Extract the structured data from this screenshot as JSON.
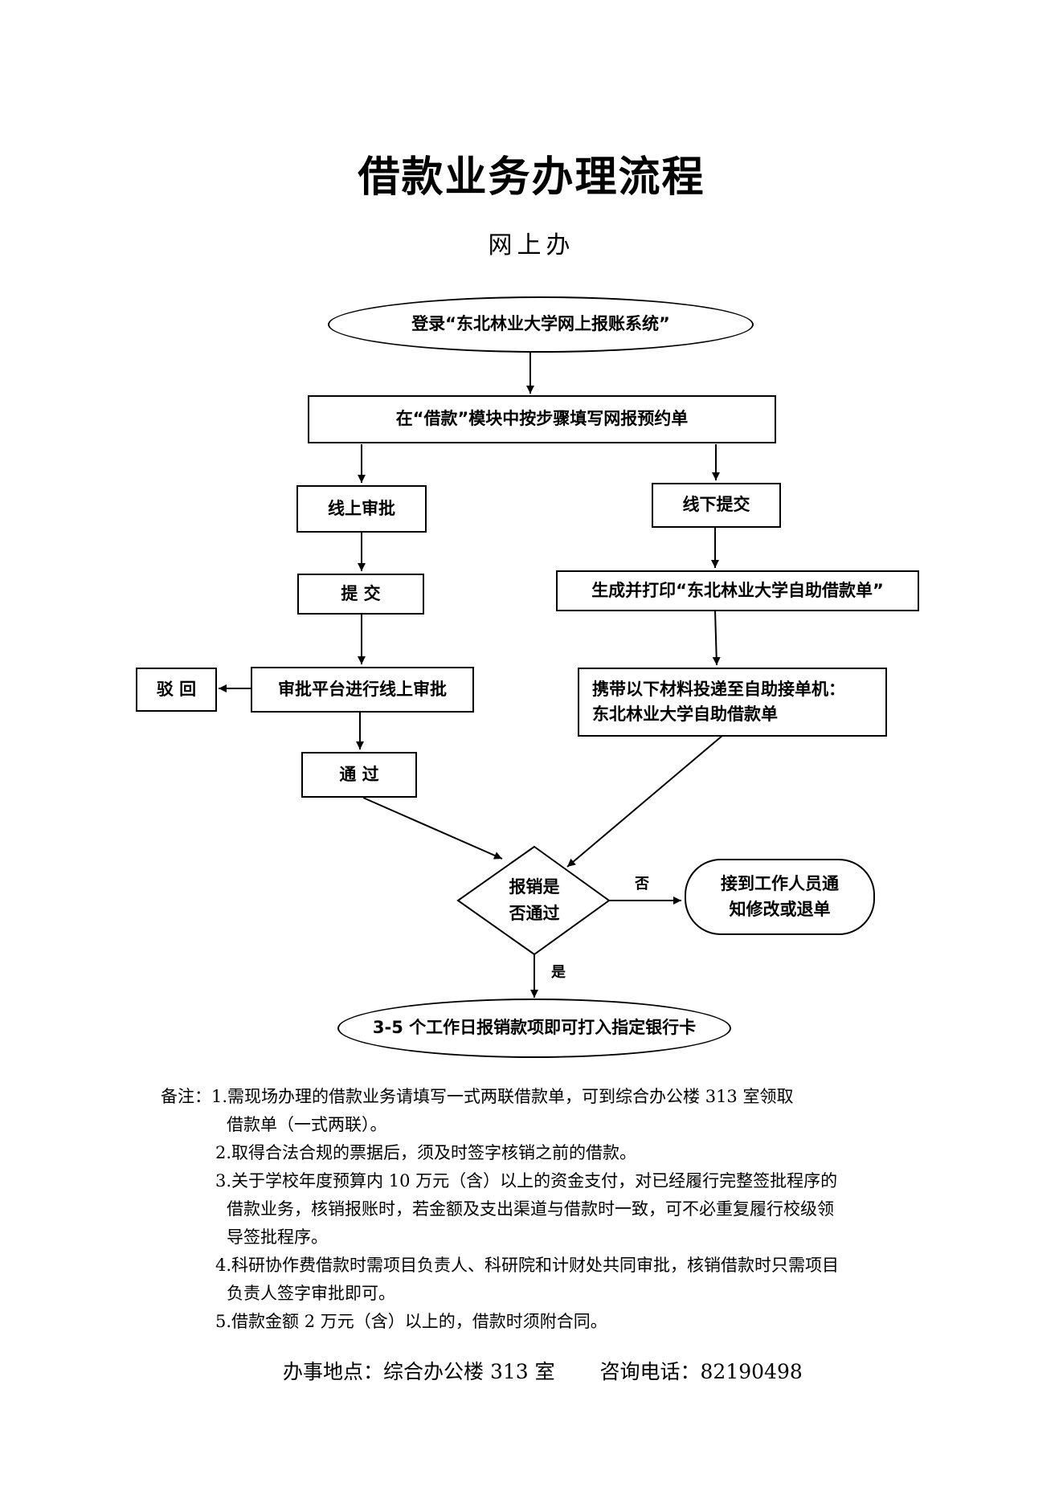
{
  "title": "借款业务办理流程",
  "subtitle": "网上办",
  "flow": {
    "login": "登录“东北林业大学网上报账系统”",
    "fill_form": "在“借款”模块中按步骤填写网报预约单",
    "online_approval": "线上审批",
    "offline_submit": "线下提交",
    "submit": "提 交",
    "print_form": "生成并打印“东北林业大学自助借款单”",
    "platform_review": "审批平台进行线上审批",
    "reject": "驳 回",
    "deliver_line1": "携带以下材料投递至自助接单机：",
    "deliver_line2": "东北林业大学自助借款单",
    "pass": "通 过",
    "decision_line1": "报销是",
    "decision_line2": "否通过",
    "no_label": "否",
    "yes_label": "是",
    "notify_line1": "接到工作人员通",
    "notify_line2": "知修改或退单",
    "final": "3-5 个工作日报销款项即可打入指定银行卡"
  },
  "notes": {
    "prefix": "备注：",
    "n1_line1": "1.需现场办理的借款业务请填写一式两联借款单，可到综合办公楼 313 室领取",
    "n1_line2": "借款单（一式两联）。",
    "n2": "2.取得合法合规的票据后，须及时签字核销之前的借款。",
    "n3_line1": "3.关于学校年度预算内 10 万元（含）以上的资金支付，对已经履行完整签批程序的",
    "n3_line2": "借款业务，核销报账时，若金额及支出渠道与借款时一致，可不必重复履行校级领",
    "n3_line3": "导签批程序。",
    "n4_line1": "4.科研协作费借款时需项目负责人、科研院和计财处共同审批，核销借款时只需项目",
    "n4_line2": "负责人签字审批即可。",
    "n5": "5.借款金额 2 万元（含）以上的，借款时须附合同。"
  },
  "contact": {
    "location": "办事地点：综合办公楼 313 室",
    "phone": "咨询电话：82190498"
  }
}
